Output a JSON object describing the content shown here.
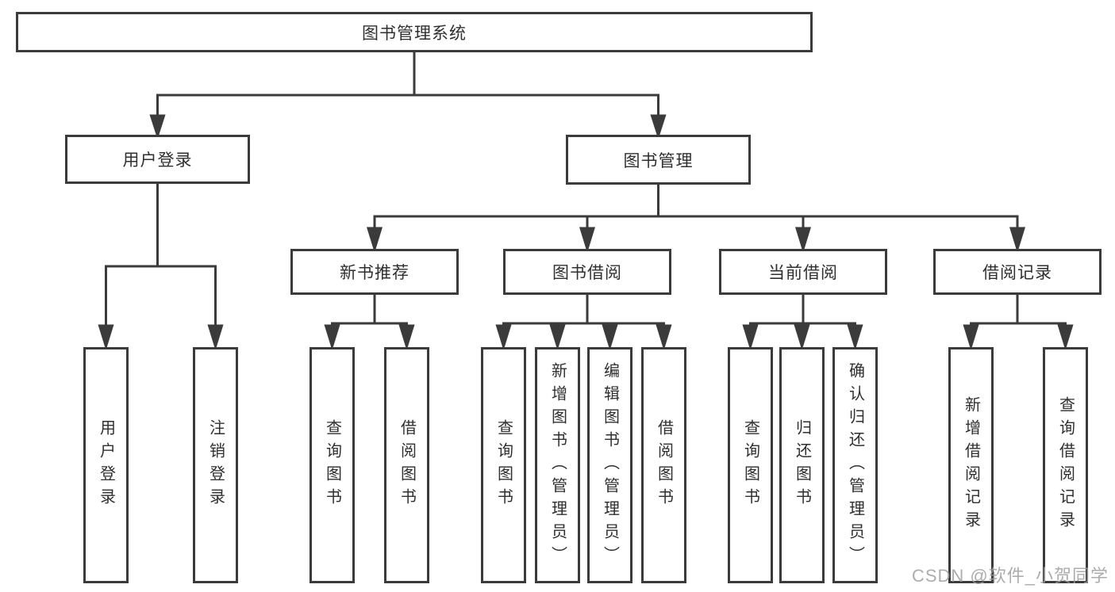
{
  "diagram": {
    "title": "图书管理系统",
    "branches": [
      {
        "label": "用户登录",
        "children": [
          "用户登录",
          "注销登录"
        ]
      },
      {
        "label": "图书管理"
      }
    ],
    "modules": [
      {
        "label": "新书推荐",
        "children": [
          "查询图书",
          "借阅图书"
        ]
      },
      {
        "label": "图书借阅",
        "children": [
          "查询图书",
          "新增图书（管理员）",
          "编辑图书（管理员）",
          "借阅图书"
        ]
      },
      {
        "label": "当前借阅",
        "children": [
          "查询图书",
          "归还图书",
          "确认归还（管理员）"
        ]
      },
      {
        "label": "借阅记录",
        "children": [
          "新增借阅记录",
          "查询借阅记录"
        ]
      }
    ]
  },
  "colors": {
    "line": "#3b3b3b",
    "text": "#2f2f2f",
    "watermark": "#9e9e9e",
    "background": "#ffffff"
  },
  "watermark": {
    "text": "CSDN @软件_小贺同学"
  }
}
